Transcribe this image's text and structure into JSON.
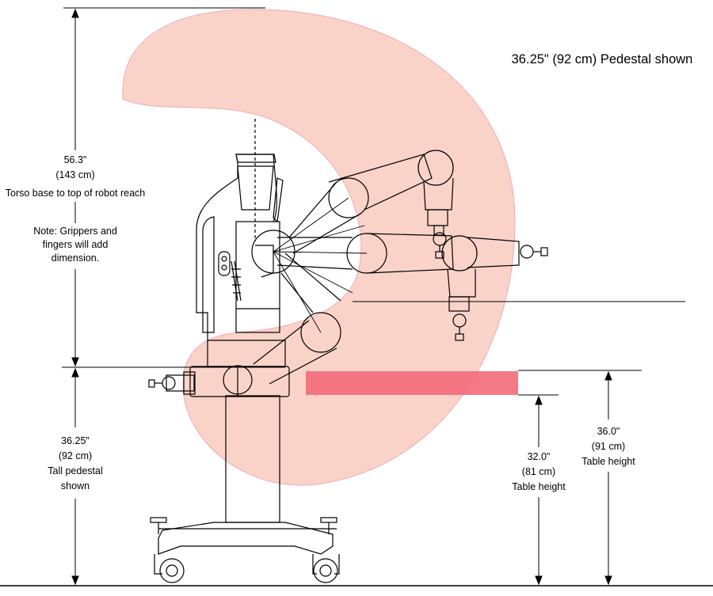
{
  "title": "36.25\" (92 cm) Pedestal shown",
  "reach": {
    "value_in": "56.3\"",
    "value_cm": "(143 cm)",
    "caption": "Torso base to top of robot reach",
    "note_line1": "Note:  Grippers and",
    "note_line2": "fingers will add",
    "note_line3": "dimension."
  },
  "pedestal": {
    "value_in": "36.25\"",
    "value_cm": "(92 cm)",
    "caption_line1": "Tall pedestal",
    "caption_line2": "shown"
  },
  "table_low": {
    "value_in": "32.0\"",
    "value_cm": "(81 cm)",
    "caption": "Table height"
  },
  "table_high": {
    "value_in": "36.0\"",
    "value_cm": "(91 cm)",
    "caption": "Table height"
  },
  "colors": {
    "reach_fill": "#f7c6b9",
    "table_band": "#f36a79",
    "line": "#000000"
  }
}
